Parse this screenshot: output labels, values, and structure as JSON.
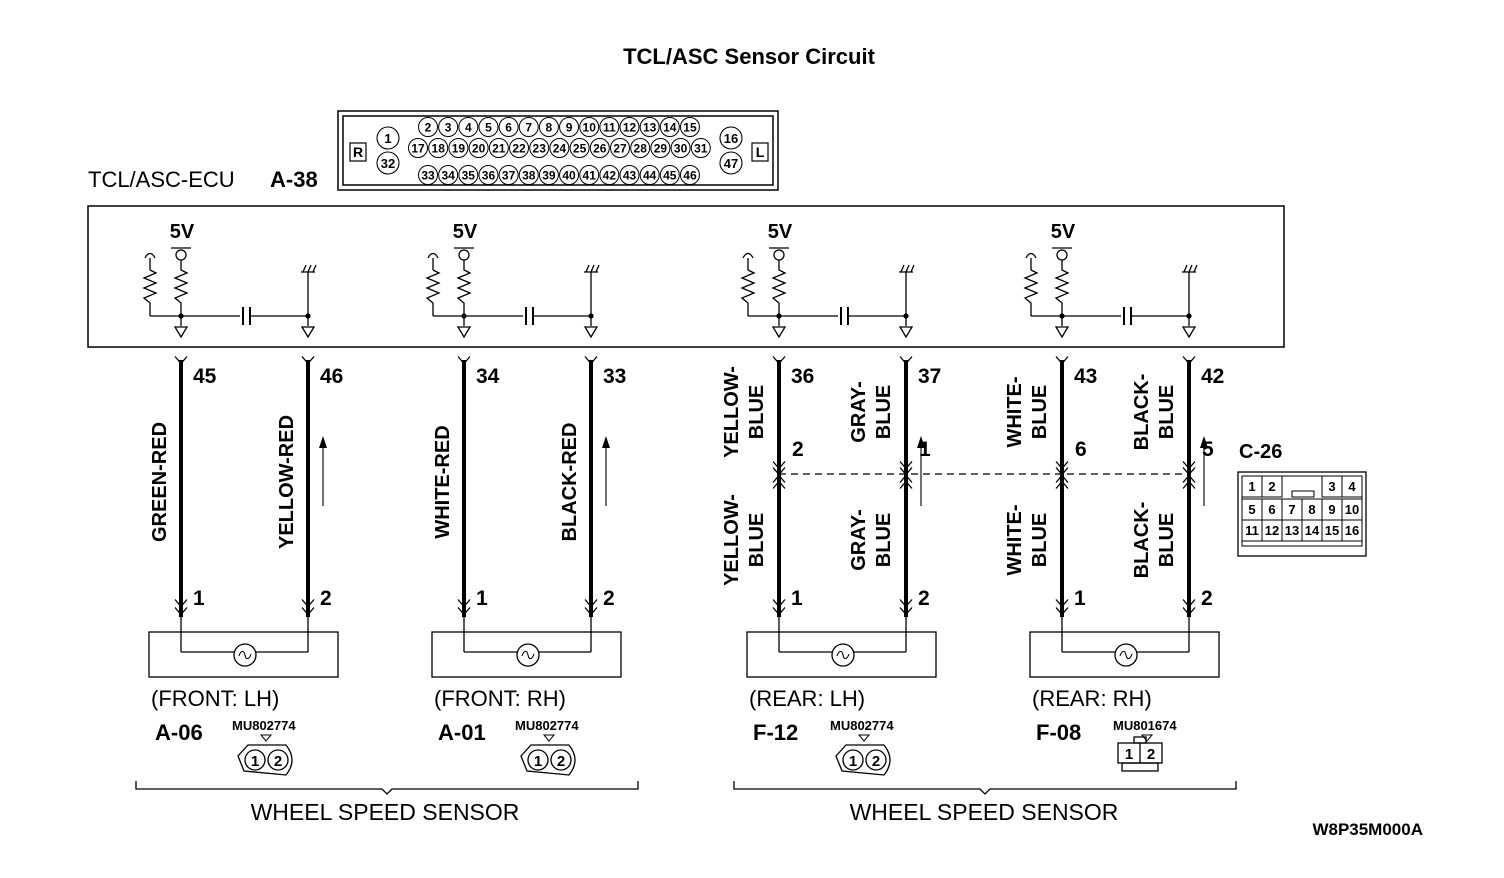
{
  "title": "TCL/ASC Sensor Circuit",
  "ecu": {
    "name": "TCL/ASC-ECU",
    "connector_id": "A-38",
    "voltage_label": "5V",
    "connector_view": {
      "left_marker": "R",
      "right_marker": "L",
      "left_pins": [
        "1",
        "32"
      ],
      "right_pins": [
        "16",
        "47"
      ],
      "row1": [
        "2",
        "3",
        "4",
        "5",
        "6",
        "7",
        "8",
        "9",
        "10",
        "11",
        "12",
        "13",
        "14",
        "15"
      ],
      "row2": [
        "17",
        "18",
        "19",
        "20",
        "21",
        "22",
        "23",
        "24",
        "25",
        "26",
        "27",
        "28",
        "29",
        "30",
        "31"
      ],
      "row3": [
        "33",
        "34",
        "35",
        "36",
        "37",
        "38",
        "39",
        "40",
        "41",
        "42",
        "43",
        "44",
        "45",
        "46"
      ]
    }
  },
  "channels": [
    {
      "ecu_pins": [
        "45",
        "46"
      ],
      "wires": [
        "GREEN-RED",
        "YELLOW-RED"
      ],
      "sensor_pins": [
        "1",
        "2"
      ],
      "position": "(FRONT: LH)",
      "connector": "A-06",
      "part": "MU802774",
      "intermediate": false
    },
    {
      "ecu_pins": [
        "34",
        "33"
      ],
      "wires": [
        "WHITE-RED",
        "BLACK-RED"
      ],
      "sensor_pins": [
        "1",
        "2"
      ],
      "position": "(FRONT: RH)",
      "connector": "A-01",
      "part": "MU802774",
      "intermediate": false
    },
    {
      "ecu_pins": [
        "36",
        "37"
      ],
      "wires": [
        "YELLOW-BLUE",
        "GRAY-BLUE"
      ],
      "c26_pins": [
        "2",
        "1"
      ],
      "sensor_pins": [
        "1",
        "2"
      ],
      "position": "(REAR: LH)",
      "connector": "F-12",
      "part": "MU802774",
      "intermediate": true
    },
    {
      "ecu_pins": [
        "43",
        "42"
      ],
      "wires": [
        "WHITE-BLUE",
        "BLACK-BLUE"
      ],
      "c26_pins": [
        "6",
        "5"
      ],
      "sensor_pins": [
        "1",
        "2"
      ],
      "position": "(REAR: RH)",
      "connector": "F-08",
      "part": "MU801674",
      "intermediate": true
    }
  ],
  "wire_labels": {
    "GREEN-RED": [
      "GREEN-RED"
    ],
    "YELLOW-RED": [
      "YELLOW-RED"
    ],
    "WHITE-RED": [
      "WHITE-RED"
    ],
    "BLACK-RED": [
      "BLACK-RED"
    ],
    "YELLOW-BLUE": [
      "YELLOW-",
      "BLUE"
    ],
    "GRAY-BLUE": [
      "GRAY-",
      "BLUE"
    ],
    "WHITE-BLUE": [
      "WHITE-",
      "BLUE"
    ],
    "BLACK-BLUE": [
      "BLACK-",
      "BLUE"
    ]
  },
  "intermediate_connector": {
    "id": "C-26",
    "rows": [
      [
        "1",
        "2",
        "",
        "",
        "3",
        "4"
      ],
      [
        "5",
        "6",
        "7",
        "8",
        "9",
        "10"
      ],
      [
        "11",
        "12",
        "13",
        "14",
        "15",
        "16"
      ]
    ]
  },
  "connector_views": {
    "round": {
      "pins": [
        "1",
        "2"
      ]
    },
    "square": {
      "pins": [
        "1",
        "2"
      ]
    }
  },
  "groups": [
    "WHEEL SPEED SENSOR",
    "WHEEL SPEED SENSOR"
  ],
  "figure_code": "W8P35M000A"
}
